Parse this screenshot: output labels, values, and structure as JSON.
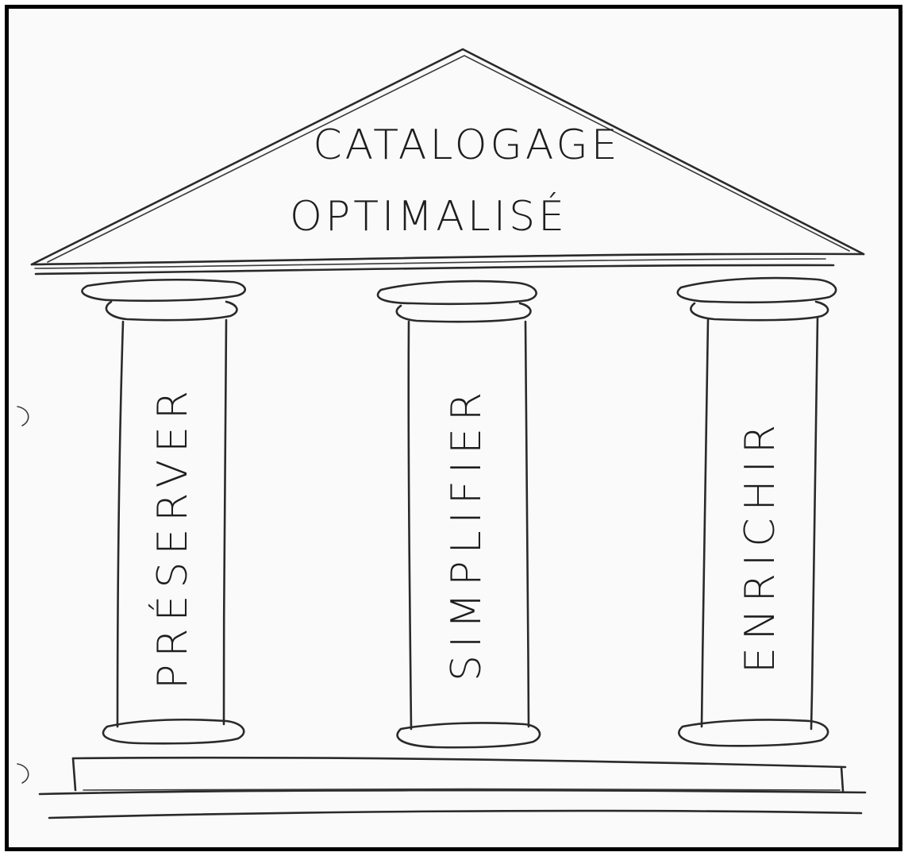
{
  "pediment": {
    "line1": "CATALOGAGE",
    "line2": "OPTIMALISÉ"
  },
  "pillars": [
    {
      "label": "PRÉSERVER"
    },
    {
      "label": "SIMPLIFIER"
    },
    {
      "label": "ENRICHIR"
    }
  ],
  "colors": {
    "ink": "#2a2a2a",
    "paper": "#fafafa",
    "border": "#000000"
  }
}
